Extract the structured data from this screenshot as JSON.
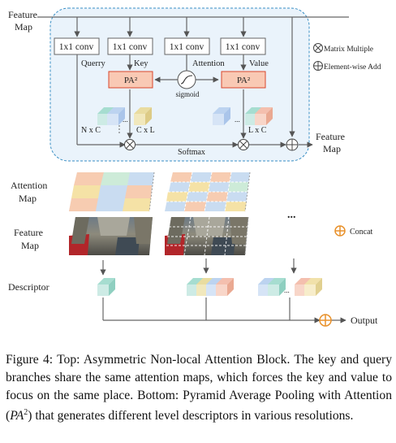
{
  "top_block": {
    "input_label_line1": "Feature",
    "input_label_line2": "Map",
    "conv_label": "1x1 conv",
    "query_label": "Querry",
    "key_label": "Key",
    "attention_label": "Attention",
    "value_label": "Value",
    "pa_label": "PA²",
    "sigmoid_label": "sigmoid",
    "dim_nxc": "N x C",
    "dim_cxl": "C x L",
    "dim_lxc": "L x C",
    "softmax_label": "Softmax",
    "output_label_line1": "Feature",
    "output_label_line2": "Map"
  },
  "legend": {
    "matrix_multiple": "Matrix Multiple",
    "element_wise_add": "Element-wise Add",
    "concat": "Concat"
  },
  "bottom_block": {
    "attention_map_line1": "Attention",
    "attention_map_line2": "Map",
    "feature_map_line1": "Feature",
    "feature_map_line2": "Map",
    "descriptor_label": "Descriptor",
    "output_label": "Output",
    "ellipsis": "..."
  },
  "caption": {
    "figure": "Figure 4:",
    "part1": " Top: Asymmetric Non-local Attention Block. The key and query branches share the same attention maps, which forces the key and value to focus on the same place. Bottom: Pyramid Average Pooling with Attention (",
    "pa_math": "PA",
    "pa_sup": "2",
    "part2": ") that generates different level descriptors in various resolutions."
  },
  "colors": {
    "block_fill": "#eaf3fb",
    "block_border": "#3a8fc4",
    "pa_fill": "#f9c9b4",
    "pa_border": "#d9462b",
    "attn_blue": "#c9dcf1",
    "attn_orange": "#f7ccb1",
    "attn_yellow": "#f5e2a6",
    "attn_green": "#cdebd8",
    "concat_orange": "#e8912b"
  }
}
